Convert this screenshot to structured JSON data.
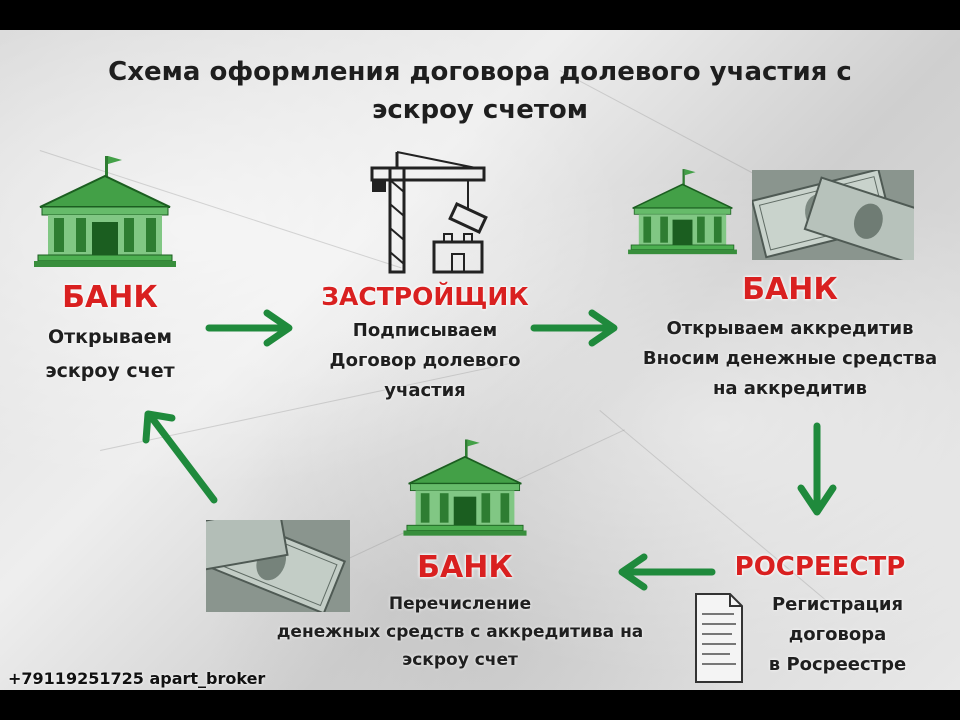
{
  "title_line1": "Схема оформления договора долевого участия с",
  "title_line2": "эскроу счетом",
  "step1": {
    "heading": "БАНК",
    "line1": "Открываем",
    "line2": "эскроу счет"
  },
  "step2": {
    "heading": "ЗАСТРОЙЩИК",
    "line1": "Подписываем",
    "line2": "Договор долевого",
    "line3": "участия"
  },
  "step3": {
    "heading": "БАНК",
    "line1": "Открываем аккредитив",
    "line2": "Вносим денежные средства",
    "line3": "на аккредитив"
  },
  "step4": {
    "heading": "РОСРЕЕСТР",
    "line1": "Регистрация",
    "line2": "договора",
    "line3": "в Росреестре"
  },
  "step5": {
    "heading": "БАНК",
    "line1": "Перечисление",
    "line2": "денежных средств с аккредитива на",
    "line3": "эскроу счет"
  },
  "footer": "+79119251725 apart_broker",
  "colors": {
    "accent_red": "#d92020",
    "arrow_green": "#1f8a3c",
    "bank_green": "#3fae4a"
  },
  "icons": [
    "bank-icon",
    "crane-icon",
    "money-icon",
    "document-icon",
    "arrow-icon"
  ]
}
